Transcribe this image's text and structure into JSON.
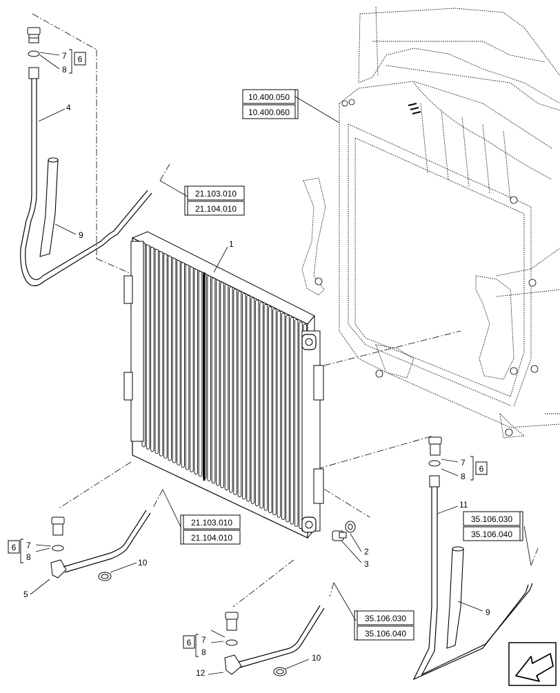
{
  "refs": {
    "top_right_a": "10.400.050",
    "top_right_b": "10.400.060",
    "upper_mid_a": "21.103.010",
    "upper_mid_b": "21.104.010",
    "lower_mid_a": "21.103.010",
    "lower_mid_b": "21.104.010",
    "bottom_mid_a": "35.106.030",
    "bottom_mid_b": "35.106.040",
    "right_mid_a": "35.106.030",
    "right_mid_b": "35.106.040"
  },
  "boxed_labels": {
    "top_left": "6",
    "right_side": "6",
    "left_lower": "6",
    "bottom": "6"
  },
  "callouts": {
    "tl_7": "7",
    "tl_8": "8",
    "tl_4": "4",
    "tl_9": "9",
    "center_1": "1",
    "r_7": "7",
    "r_8": "8",
    "r_11": "11",
    "r_9": "9",
    "ll_7": "7",
    "ll_8": "8",
    "ll_5": "5",
    "ll_10": "10",
    "c_2": "2",
    "c_3": "3",
    "b_7": "7",
    "b_8": "8",
    "b_12": "12",
    "b_10": "10"
  }
}
